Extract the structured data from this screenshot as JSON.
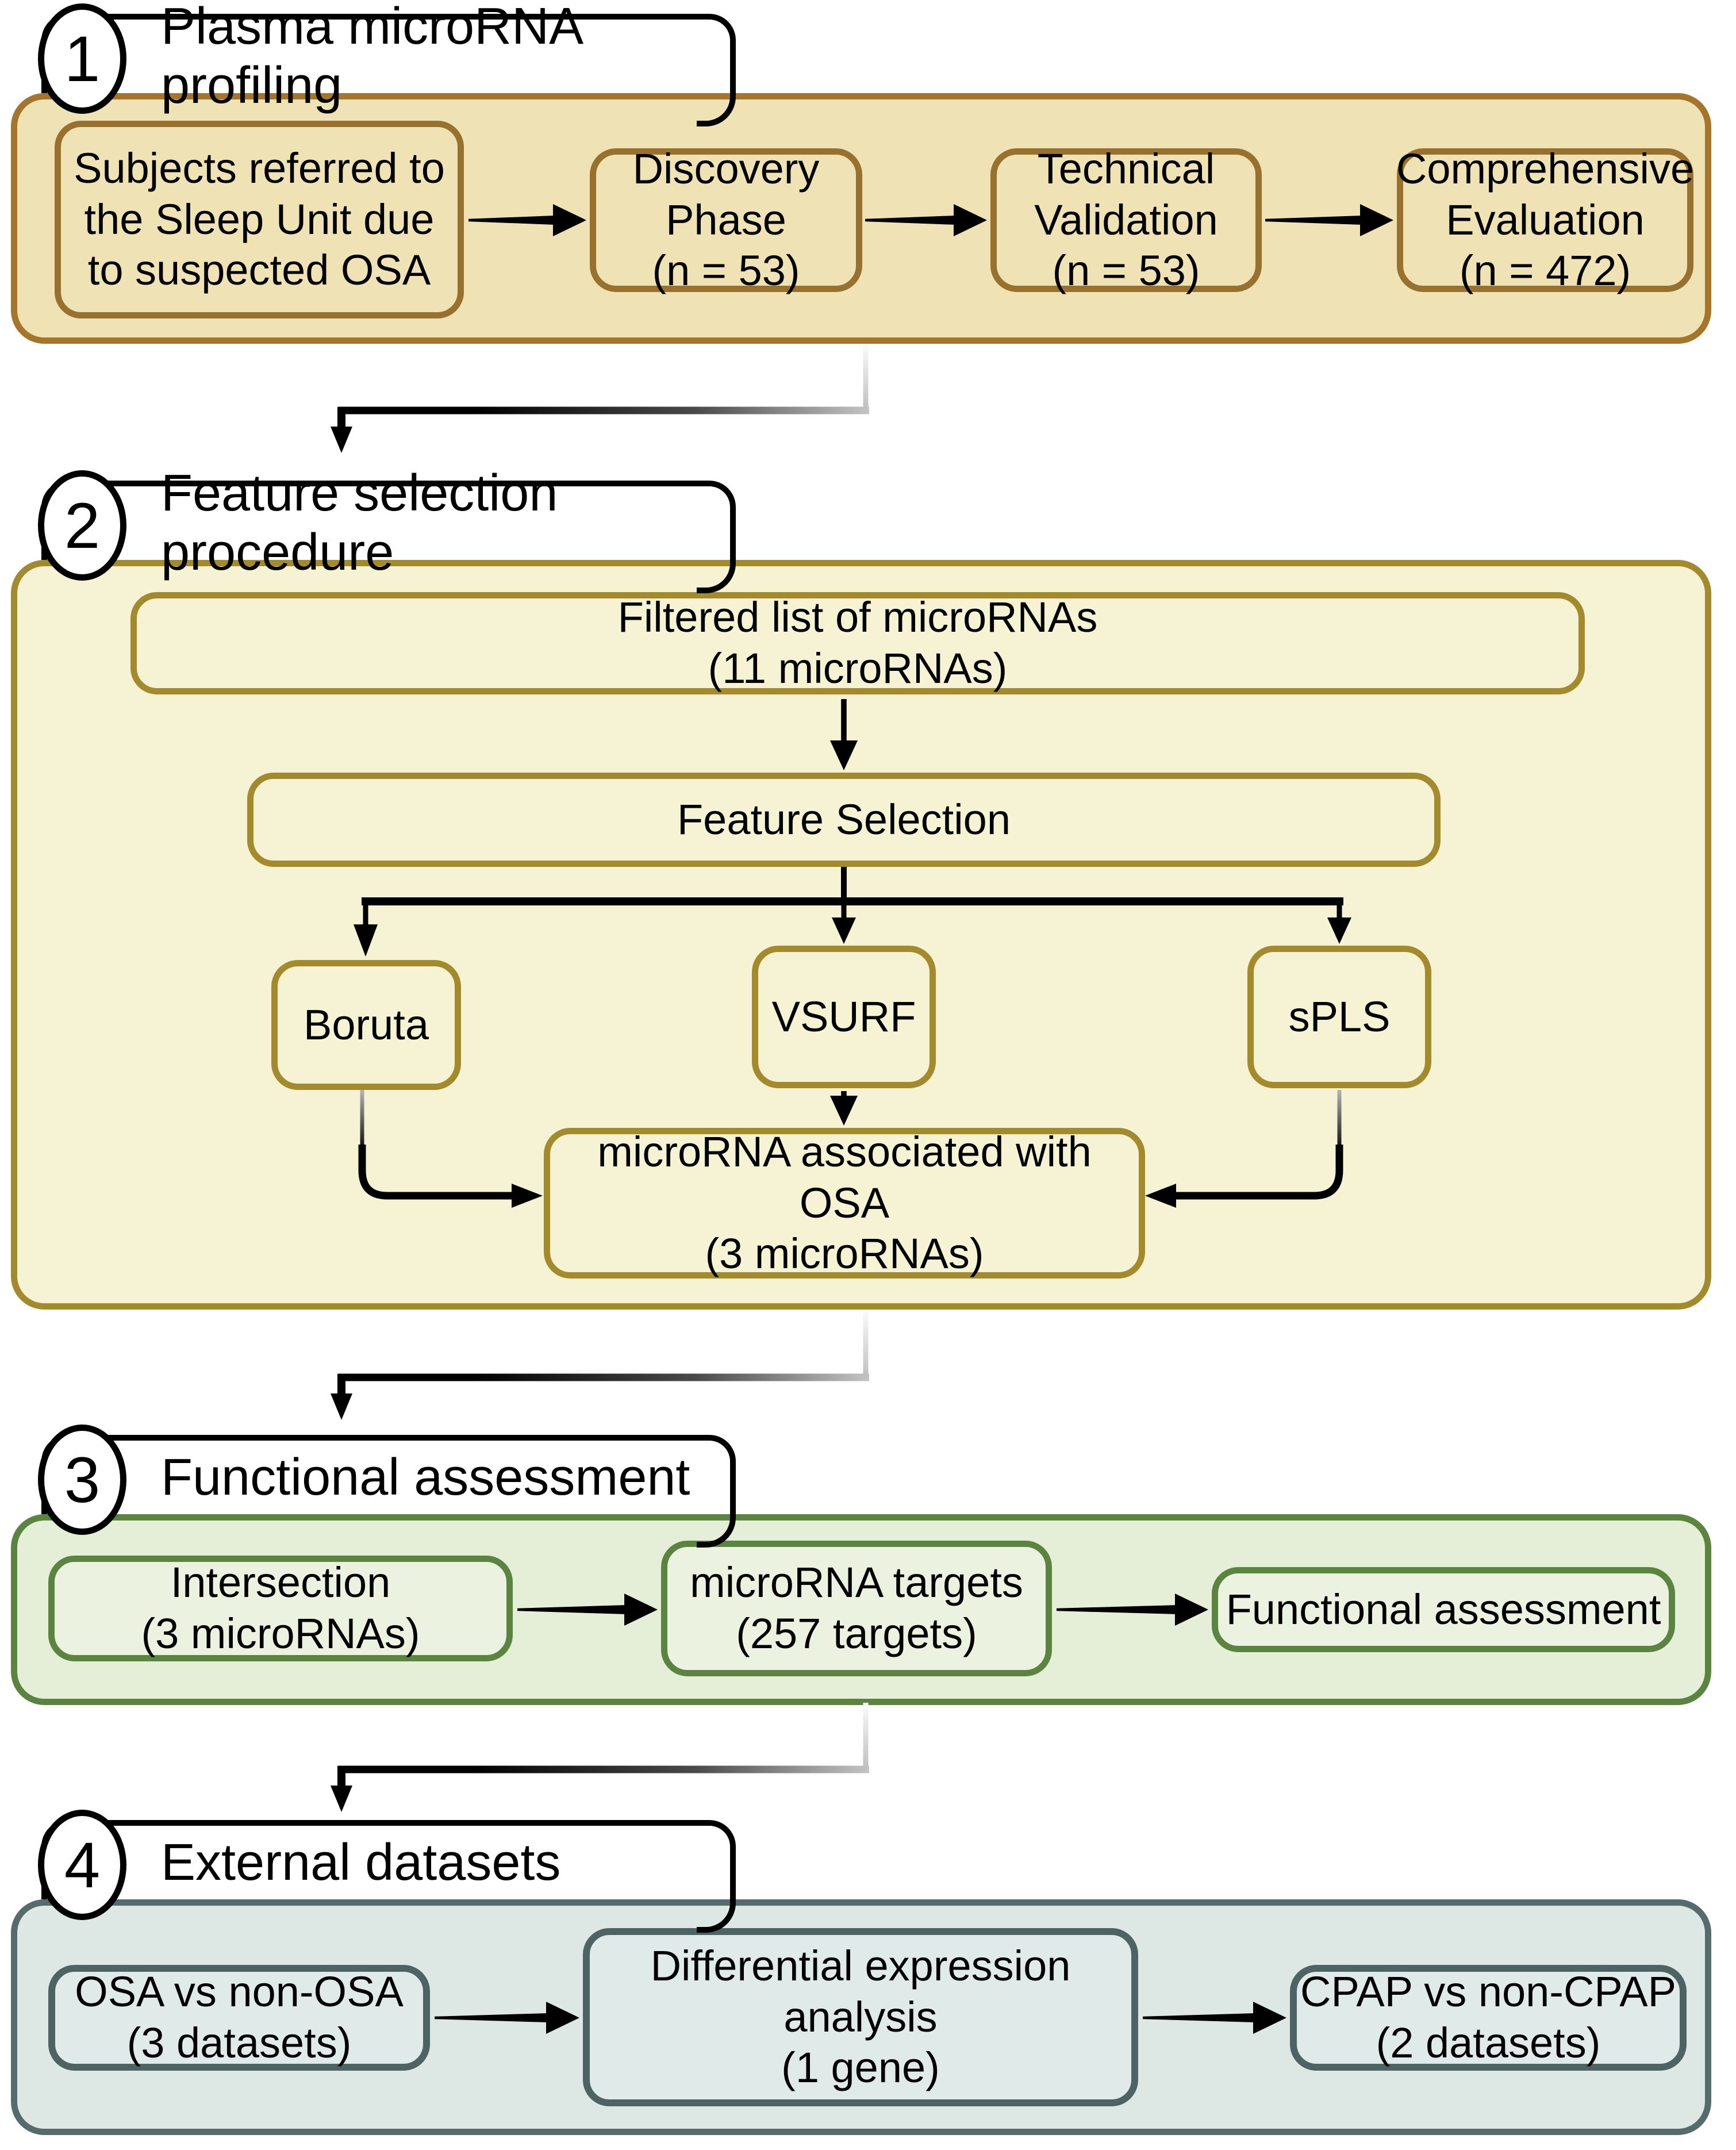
{
  "figure": {
    "sections": [
      {
        "number": "1",
        "title": "Plasma microRNA profiling",
        "accent_fill": "#efe2b4",
        "accent_border": "#a4752b",
        "boxes": {
          "subjects": "Subjects referred to\nthe Sleep Unit due\nto suspected OSA",
          "discovery": "Discovery\nPhase\n(n = 53)",
          "technical": "Technical\nValidation\n(n = 53)",
          "comprehensive": "Comprehensive\nEvaluation\n(n = 472)"
        }
      },
      {
        "number": "2",
        "title": "Feature selection procedure",
        "accent_fill": "#f6f3d5",
        "accent_border": "#a38b2d",
        "boxes": {
          "filtered": "Filtered list of microRNAs\n(11 microRNAs)",
          "feature_selection": "Feature Selection",
          "boruta": "Boruta",
          "vsurf": "VSURF",
          "spls": "sPLS",
          "mirna_osa": "microRNA associated with\nOSA\n(3 microRNAs)"
        }
      },
      {
        "number": "3",
        "title": "Functional assessment",
        "accent_fill": "#e5eed7",
        "accent_border": "#5a8440",
        "boxes": {
          "intersection": "Intersection\n(3 microRNAs)",
          "targets": "microRNA targets\n(257 targets)",
          "functional": "Functional assessment"
        }
      },
      {
        "number": "4",
        "title": "External datasets",
        "accent_fill": "#dde8e5",
        "accent_border": "#566b6b",
        "boxes": {
          "osa_vs": "OSA vs non-OSA\n(3 datasets)",
          "diff_expr": "Differential expression\nanalysis\n(1 gene)",
          "cpap_vs": "CPAP vs non-CPAP\n(2 datasets)"
        }
      }
    ]
  }
}
